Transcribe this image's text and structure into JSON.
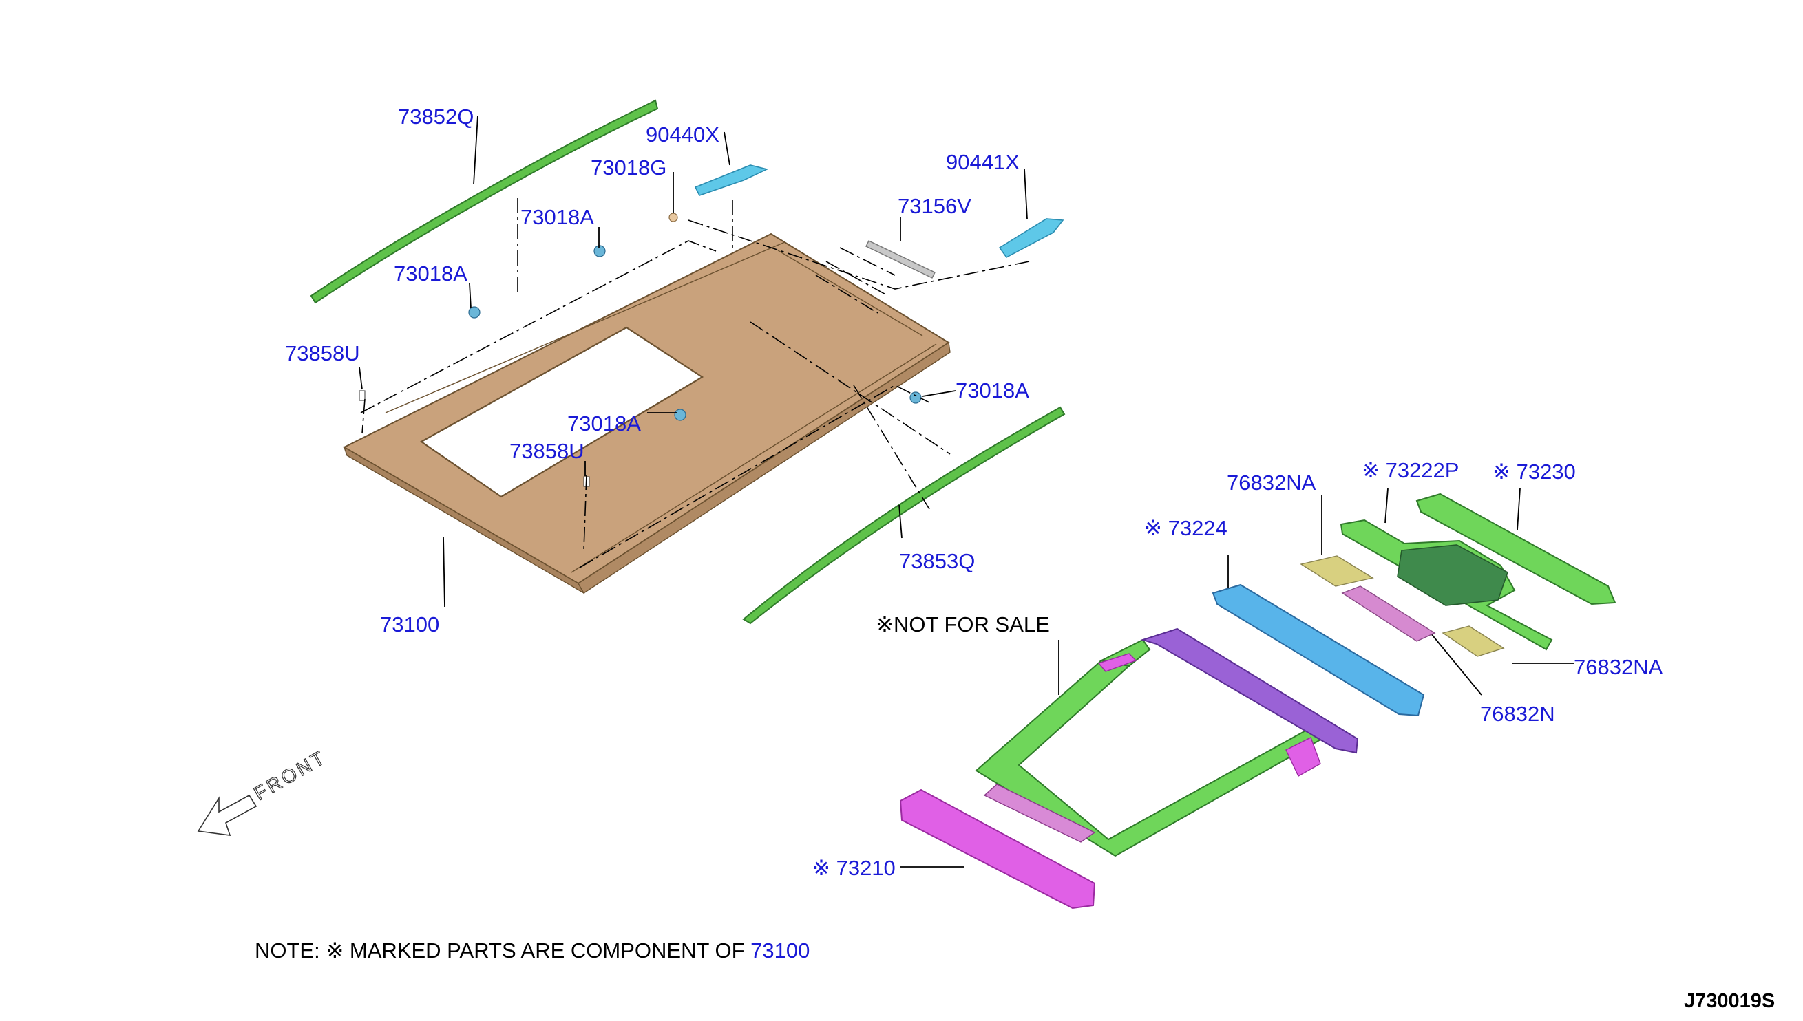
{
  "diagram": {
    "part_labels": [
      {
        "id": "p01",
        "text": "73852Q"
      },
      {
        "id": "p02",
        "text": "90440X"
      },
      {
        "id": "p03",
        "text": "73018G"
      },
      {
        "id": "p04",
        "text": "90441X"
      },
      {
        "id": "p05",
        "text": "73018A"
      },
      {
        "id": "p06",
        "text": "73156V"
      },
      {
        "id": "p07",
        "text": "73018A"
      },
      {
        "id": "p08",
        "text": "73858U"
      },
      {
        "id": "p09",
        "text": "73018A"
      },
      {
        "id": "p10",
        "text": "73018A"
      },
      {
        "id": "p11",
        "text": "73858U"
      },
      {
        "id": "p12",
        "text": "73100"
      },
      {
        "id": "p13",
        "text": "73853Q"
      },
      {
        "id": "p14",
        "text": "76832NA"
      },
      {
        "id": "p15",
        "text": "※ 73222P"
      },
      {
        "id": "p16",
        "text": "※ 73230"
      },
      {
        "id": "p17",
        "text": "※ 73224"
      },
      {
        "id": "p18",
        "text": "76832NA"
      },
      {
        "id": "p19",
        "text": "76832N"
      },
      {
        "id": "p20",
        "text": "※ 73210"
      }
    ],
    "not_for_sale": "※NOT FOR SALE",
    "front_label": "FRONT",
    "note_prefix": "NOTE: ※ MARKED PARTS ARE COMPONENT OF ",
    "note_part": "73100",
    "diagram_code": "J730019S",
    "colors": {
      "label_blue": "#1a1ad6",
      "roof_panel": "#c79f78",
      "molding_green": "#5fc24a",
      "cover_cyan": "#5ec8e8",
      "frame_green": "#6fd65a",
      "rear_rail_purple": "#9a62d6",
      "front_rail_magenta": "#e060e6",
      "bow_blue": "#58b4ea",
      "dark_green_panel": "#3f8a4c",
      "pad_khaki": "#d8d080",
      "pad_pink": "#d68ad0"
    }
  }
}
